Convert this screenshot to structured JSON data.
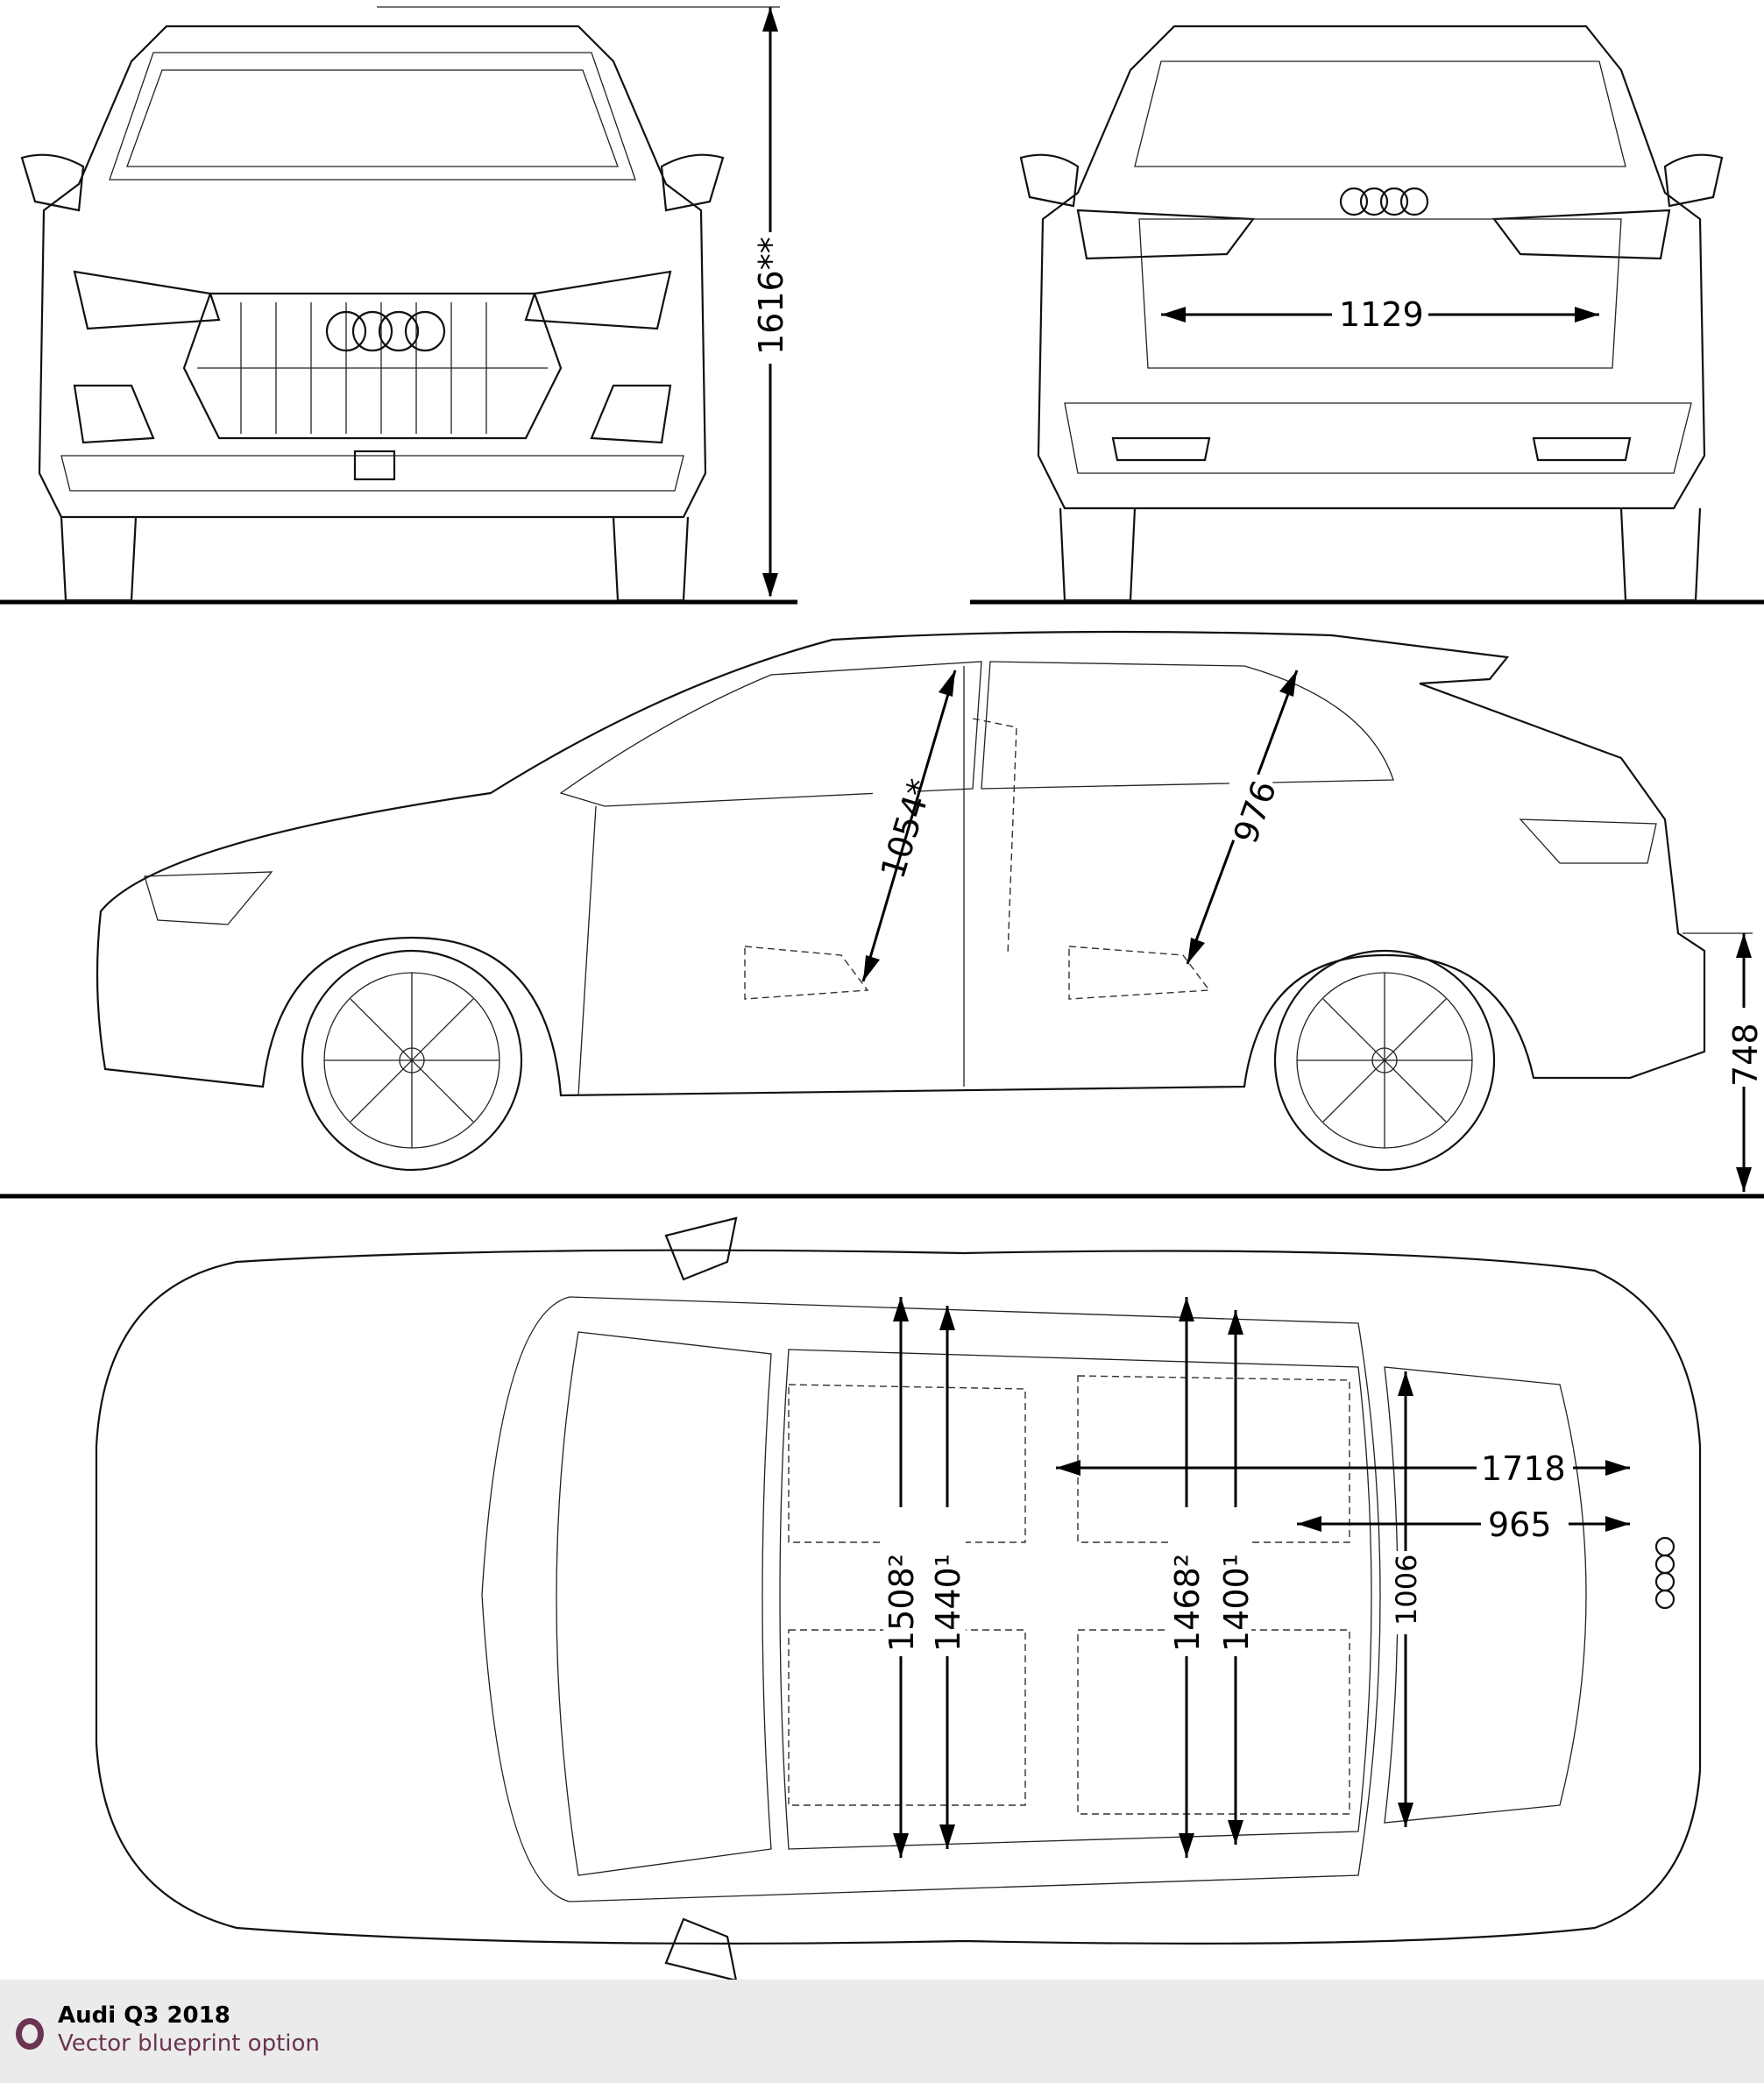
{
  "footer": {
    "title": "Audi Q3 2018",
    "subtitle": "Vector blueprint option",
    "accent_color": "#6a3550"
  },
  "dimensions": {
    "front_height": "1616**",
    "rear_track_label": "1129",
    "front_headroom": "1054*",
    "rear_headroom": "976",
    "load_sill_height": "748",
    "load_length_max": "1718",
    "load_length": "965",
    "load_width_between_arches": "1006",
    "front_shoulder": "1508²",
    "front_elbow": "1440¹",
    "rear_shoulder": "1468²",
    "rear_elbow": "1400¹"
  }
}
